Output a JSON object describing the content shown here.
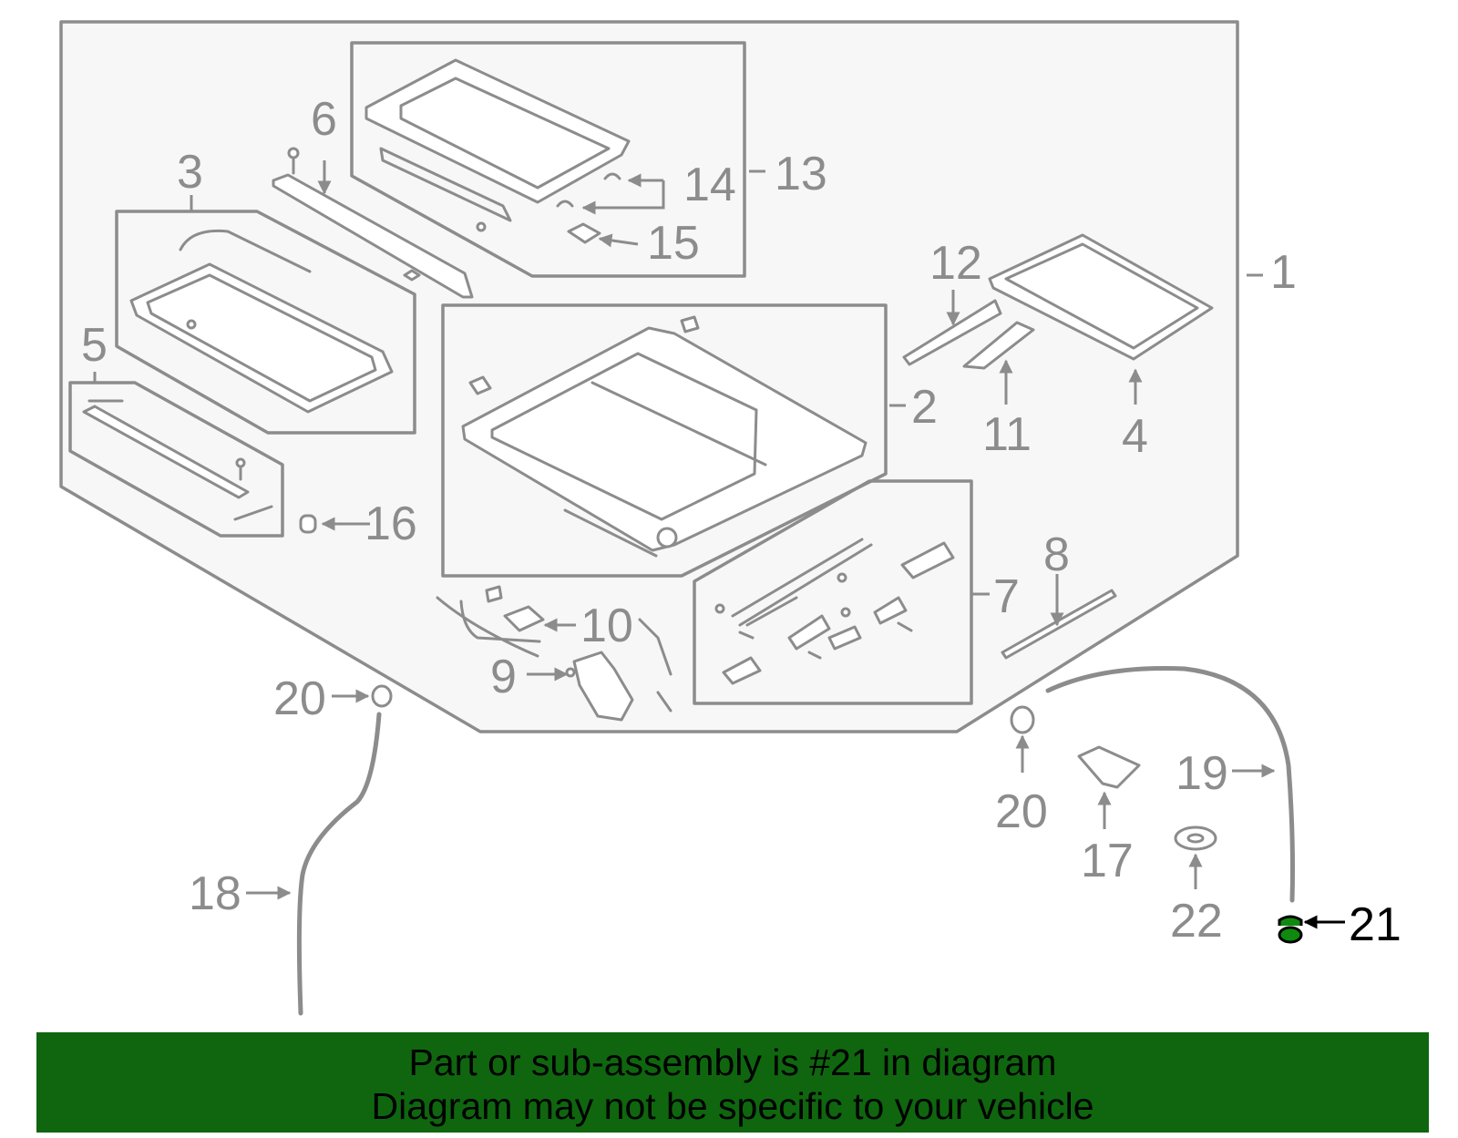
{
  "callouts": {
    "c1": "1",
    "c2": "2",
    "c3": "3",
    "c4": "4",
    "c5": "5",
    "c6": "6",
    "c7": "7",
    "c8": "8",
    "c9": "9",
    "c10": "10",
    "c11": "11",
    "c12": "12",
    "c13": "13",
    "c14": "14",
    "c15": "15",
    "c16": "16",
    "c17": "17",
    "c18": "18",
    "c19": "19",
    "c20a": "20",
    "c20b": "20",
    "c21": "21",
    "c22": "22"
  },
  "highlighted_part": "21",
  "colors": {
    "line": "#8c8c8c",
    "highlight_fill": "#0f8a0f",
    "banner_bg": "#0f660f",
    "banner_text": "#000000"
  },
  "banner": {
    "line1": "Part or sub-assembly is #21 in diagram",
    "line2": "Diagram may not be specific to your vehicle"
  }
}
